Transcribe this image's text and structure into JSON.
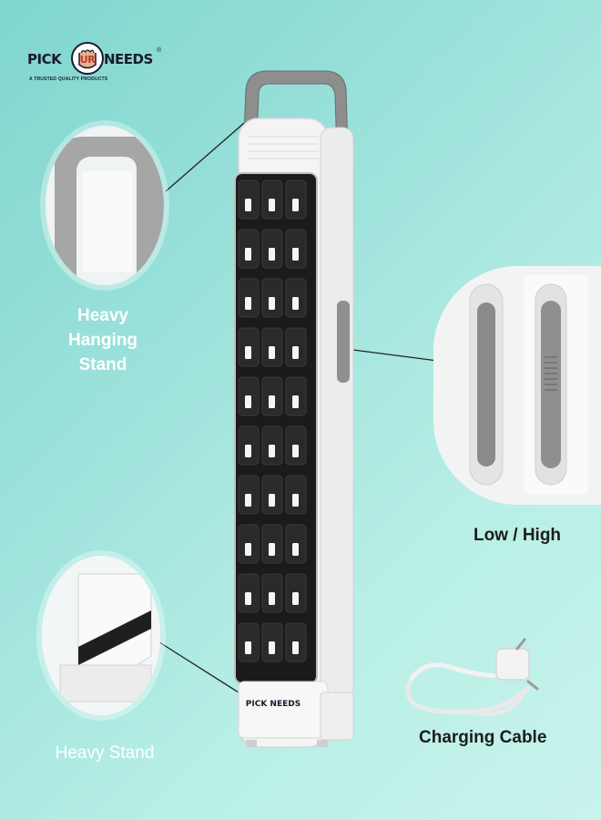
{
  "brand": {
    "pick": "PICK",
    "needs": "NEEDS",
    "reg": "®",
    "tagline": "A TRUSTED QUALITY PRODUCTS"
  },
  "features": {
    "hanging_stand": "Heavy\nHanging\nStand",
    "stand": "Heavy Stand",
    "switch": "Low / High",
    "cable": "Charging Cable"
  },
  "product_logo": "PICK NEEDS",
  "colors": {
    "background": "#9fe3dc",
    "lamp_body": "#f5f5f5",
    "handle": "#9a9a9a",
    "panel": "#1b1b1b",
    "led": "#f2f7fb"
  }
}
